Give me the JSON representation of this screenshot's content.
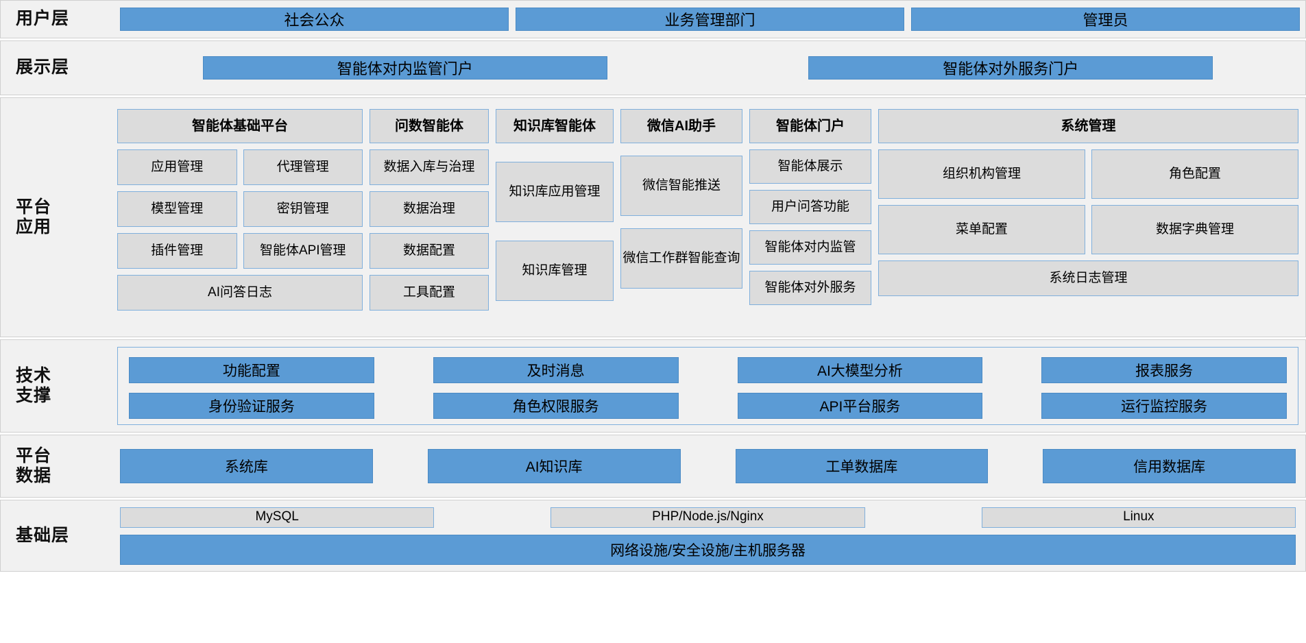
{
  "layers": {
    "user": {
      "label": "用户层",
      "items": [
        {
          "label": "社会公众"
        },
        {
          "label": "业务管理部门"
        },
        {
          "label": "管理员"
        }
      ]
    },
    "presentation": {
      "label": "展示层",
      "items": [
        {
          "label": "智能体对内监管门户"
        },
        {
          "label": "智能体对外服务门户"
        }
      ]
    },
    "platform_apps": {
      "label": "平台\n应用",
      "columns": [
        {
          "key": "base",
          "header": "智能体基础平台",
          "rows": [
            [
              "应用管理",
              "代理管理"
            ],
            [
              "模型管理",
              "密钥管理"
            ],
            [
              "插件管理",
              "智能体API管理"
            ]
          ],
          "tail": "AI问答日志"
        },
        {
          "key": "ask",
          "header": "问数智能体",
          "items": [
            "数据入库与治理",
            "数据治理",
            "数据配置",
            "工具配置"
          ]
        },
        {
          "key": "kb",
          "header": "知识库智能体",
          "items": [
            "知识库应用管理",
            "知识库管理"
          ]
        },
        {
          "key": "wechat",
          "header": "微信AI助手",
          "items": [
            "微信智能推送",
            "微信工作群智能查询"
          ]
        },
        {
          "key": "portal",
          "header": "智能体门户",
          "items": [
            "智能体展示",
            "用户问答功能",
            "智能体对内监管",
            "智能体对外服务"
          ]
        },
        {
          "key": "sys",
          "header": "系统管理",
          "rows": [
            [
              "组织机构管理",
              "角色配置"
            ],
            [
              "菜单配置",
              "数据字典管理"
            ]
          ],
          "tail": "系统日志管理"
        }
      ]
    },
    "tech_support": {
      "label": "技术\n支撑",
      "rows": [
        [
          "功能配置",
          "及时消息",
          "AI大模型分析",
          "报表服务"
        ],
        [
          "身份验证服务",
          "角色权限服务",
          "API平台服务",
          "运行监控服务"
        ]
      ]
    },
    "platform_data": {
      "label": "平台\n数据",
      "items": [
        "系统库",
        "AI知识库",
        "工单数据库",
        "信用数据库"
      ]
    },
    "infrastructure": {
      "label": "基础层",
      "top_items": [
        "MySQL",
        "PHP/Node.js/Nginx",
        "Linux"
      ],
      "wide_item": "网络设施/安全设施/主机服务器"
    }
  },
  "colors": {
    "blue_fill": "#5b9bd5",
    "blue_border": "#7fafdc",
    "grey_fill": "#dcdcdc",
    "band_bg": "#f1f1f1",
    "band_border": "#cfcfcf",
    "text": "#000000"
  }
}
